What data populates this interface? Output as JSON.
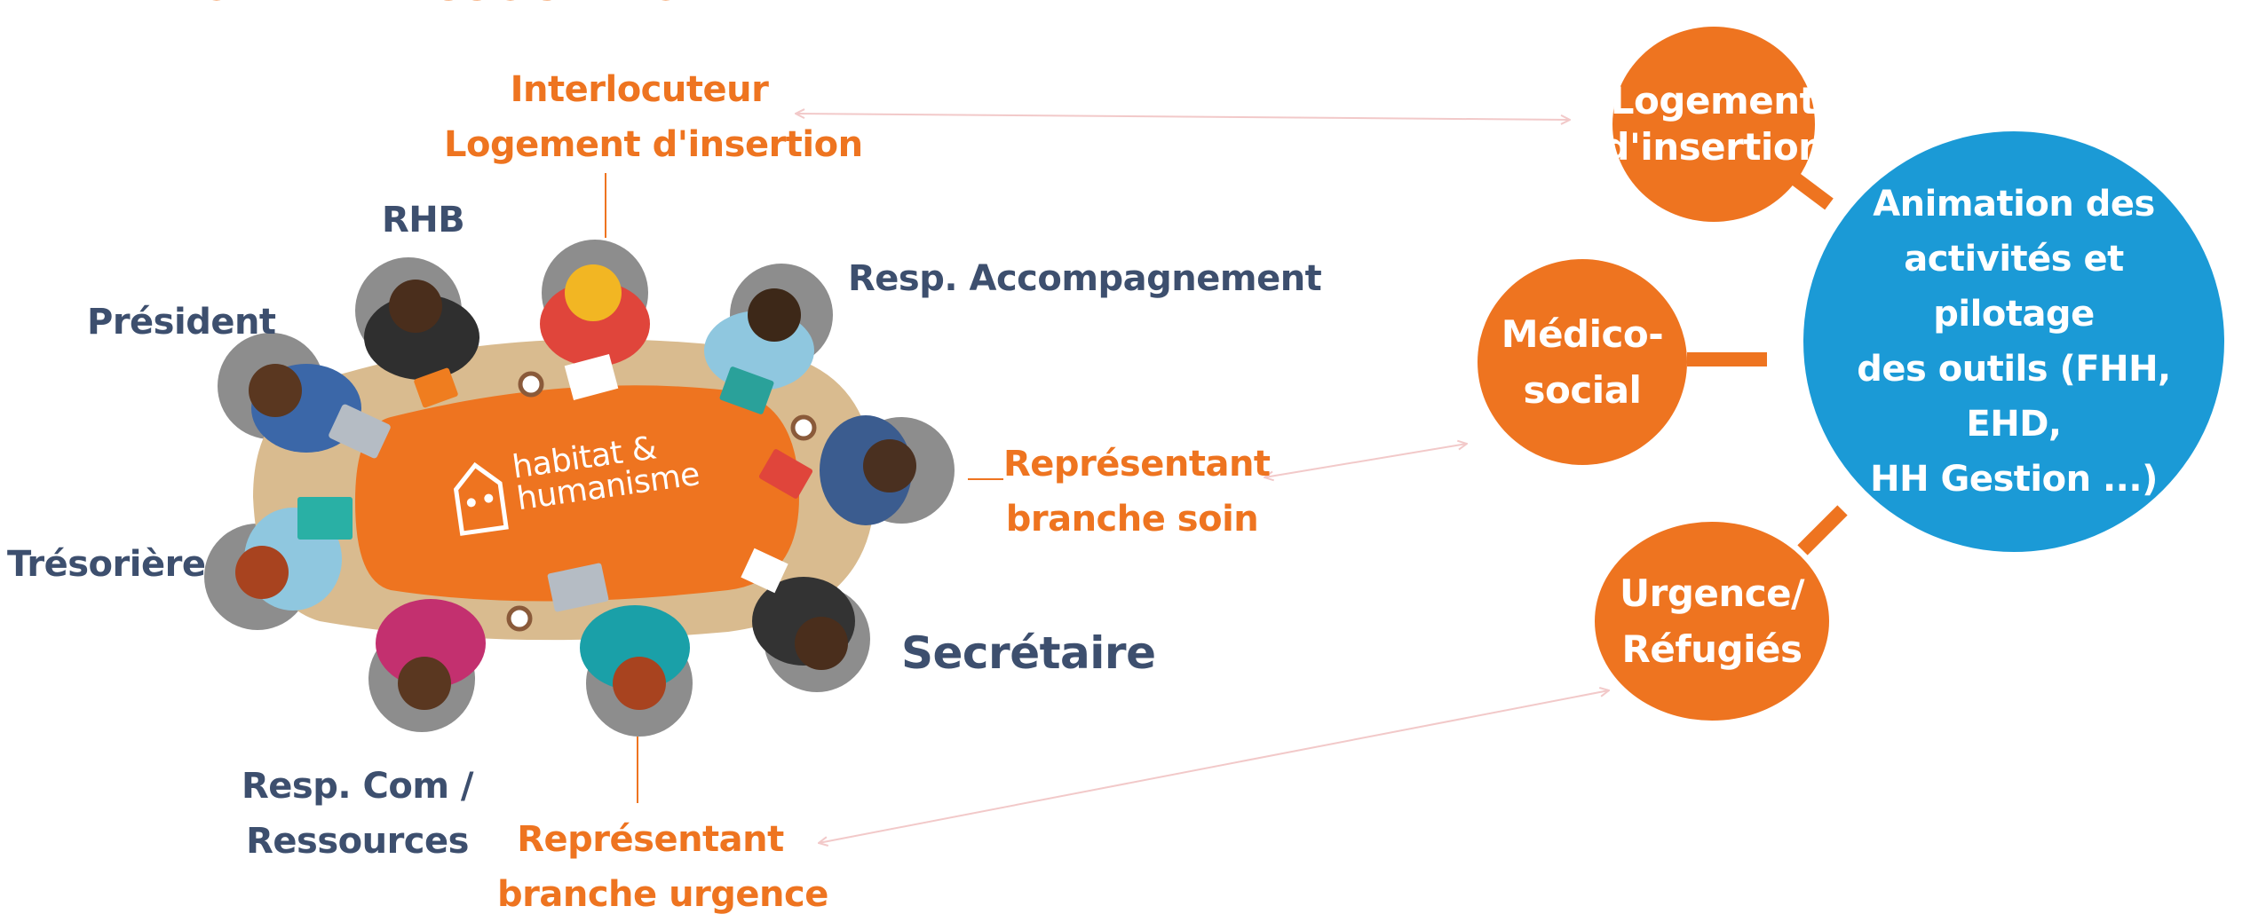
{
  "header": {
    "partial_title": "ANIMATION DE L'ASSOCIATION"
  },
  "table": {
    "logo_line1": "habitat &",
    "logo_line2": "humanisme"
  },
  "roles": {
    "interlocuteur_line1": "Interlocuteur",
    "interlocuteur_line2": "Logement d'insertion",
    "rhb": "RHB",
    "president": "Président",
    "resp_accompagnement": "Resp. Accompagnement",
    "representant_soin_line1": "Représentant",
    "representant_soin_line2": "branche soin",
    "tresoriere": "Trésorière",
    "secretaire": "Secrétaire",
    "resp_com_line1": "Resp. Com /",
    "resp_com_line2": "Ressources",
    "representant_urgence_line1": "Représentant",
    "representant_urgence_line2": "branche urgence"
  },
  "branches": {
    "logement_line1": "Logement",
    "logement_line2": "d'insertion",
    "medico_line1": "Médico-",
    "medico_line2": "social",
    "urgence_line1": "Urgence/",
    "urgence_line2": "Réfugiés"
  },
  "center": {
    "line1": "Animation des",
    "line2": "activités et pilotage",
    "line3": "des outils (FHH, EHD,",
    "line4": "HH Gestion ...)"
  },
  "colors": {
    "orange": "#ee7420",
    "blue": "#1b9ad6",
    "navy": "#3d4f6e",
    "arrow": "#f2c9c9"
  }
}
